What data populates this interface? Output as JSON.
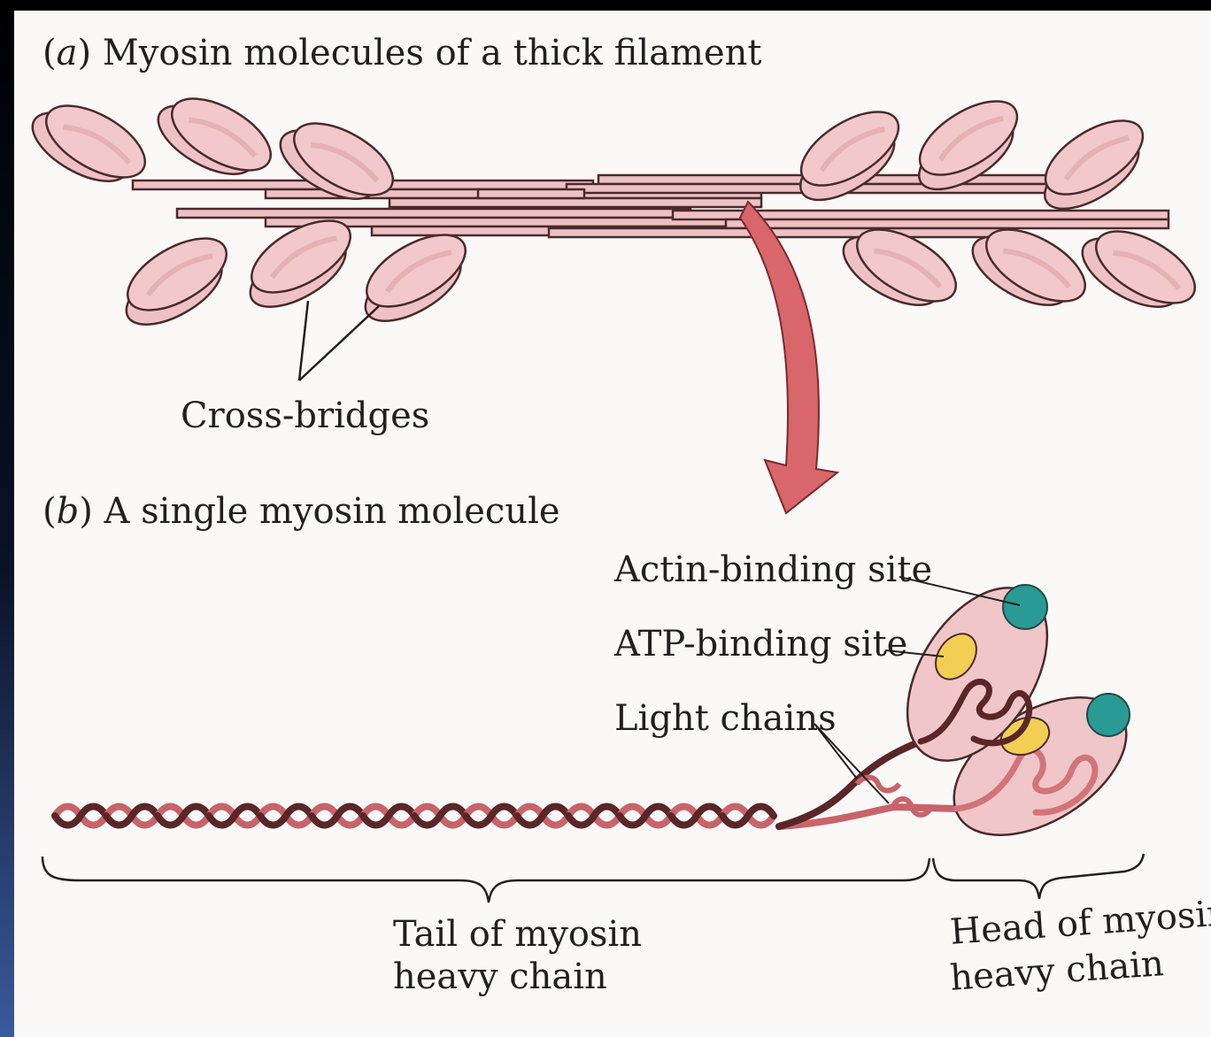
{
  "panel_a": {
    "letter": "a",
    "title": "Myosin molecules of a thick filament",
    "cross_bridges_label": "Cross-bridges"
  },
  "panel_b": {
    "letter": "b",
    "title": "A single myosin molecule",
    "labels": {
      "actin_binding_site": "Actin-binding site",
      "atp_binding_site": "ATP-binding site",
      "light_chains": "Light chains",
      "tail_line1": "Tail of myosin",
      "tail_line2": "heavy chain",
      "head_line1": "Head of myosin",
      "head_line2": "heavy chain"
    }
  },
  "colors": {
    "background": "#000000",
    "frame_edge": "#3a5a9c",
    "page": "#fbf9f8",
    "myosin_pink": "#eec2c4",
    "myosin_outline": "#4a2a2c",
    "arrow_red": "#d8666a",
    "heavy_chain_light": "#c9636a",
    "heavy_chain_dark": "#5a2628",
    "actin_site": "#2a9a94",
    "atp_site": "#f2cf52",
    "text": "#231f20"
  }
}
